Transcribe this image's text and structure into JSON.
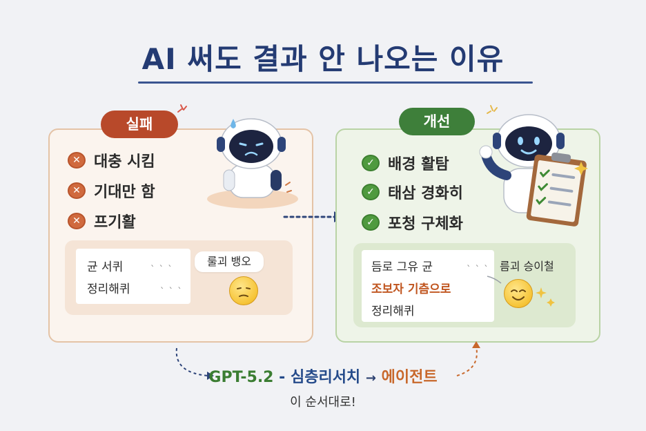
{
  "title": "AI 써도 결과 안 나오는 이유",
  "fail": {
    "label": "실패",
    "items": [
      "대충 시킴",
      "기대만 함",
      "프기활"
    ],
    "card_lines": [
      "균 서퀴",
      "정리해퀴"
    ],
    "bubble": "룰괴 뱅오"
  },
  "improve": {
    "label": "개선",
    "items": [
      "배경 활탐",
      "태삼 경화히",
      "포청 구체화"
    ],
    "card_lines": [
      "듬로 그유 균",
      "조보자 기츰으로",
      "정리해퀴"
    ],
    "bubble": "름괴 승이철"
  },
  "flow": {
    "step1": "GPT-5.2",
    "sep1": "-",
    "step2": "심층리서치",
    "arrow": "→",
    "step3": "에이전트",
    "caption": "이 순서대로!"
  },
  "colors": {
    "title": "#243b73",
    "fail_accent": "#b8492a",
    "improve_accent": "#3e7f3a",
    "agent": "#c8682b"
  }
}
